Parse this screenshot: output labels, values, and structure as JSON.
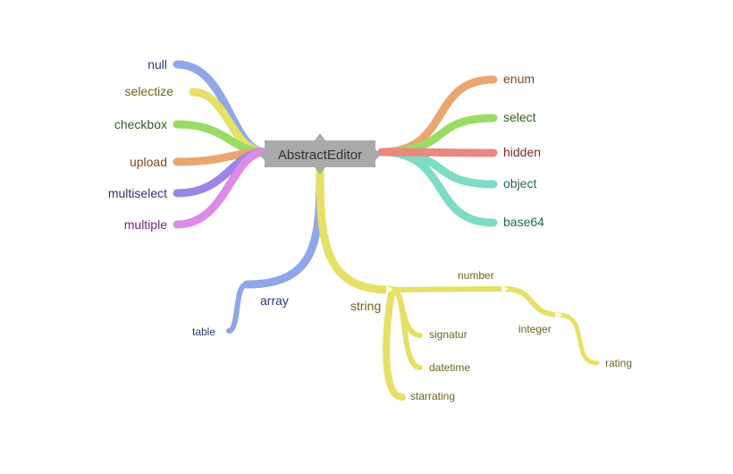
{
  "root": {
    "label": "AbstractEditor",
    "color": "#aaaaaa"
  },
  "left_nodes": [
    {
      "label": "null",
      "color": "#8fa7e8",
      "text_color": "#2d3b78"
    },
    {
      "label": "selectize",
      "color": "#e6e067",
      "text_color": "#6b6520"
    },
    {
      "label": "checkbox",
      "color": "#98dc64",
      "text_color": "#2f5e22"
    },
    {
      "label": "upload",
      "color": "#eaa670",
      "text_color": "#7a4a22"
    },
    {
      "label": "multiselect",
      "color": "#9c86e4",
      "text_color": "#3a2a78"
    },
    {
      "label": "multiple",
      "color": "#de8ae8",
      "text_color": "#722a7a"
    }
  ],
  "right_nodes": [
    {
      "label": "enum",
      "color": "#eaa670",
      "text_color": "#7a4a22"
    },
    {
      "label": "select",
      "color": "#98dc64",
      "text_color": "#2f5e22"
    },
    {
      "label": "hidden",
      "color": "#e88880",
      "text_color": "#7a2a24"
    },
    {
      "label": "object",
      "color": "#7cdcc6",
      "text_color": "#22665a"
    },
    {
      "label": "base64",
      "color": "#7cdcc6",
      "text_color": "#22665a"
    }
  ],
  "bottom": {
    "array": {
      "label": "array",
      "color": "#8fa7e8",
      "text_color": "#2d3b78",
      "children": [
        {
          "label": "table"
        }
      ]
    },
    "string": {
      "label": "string",
      "color": "#e6e067",
      "text_color": "#6b6520",
      "children": [
        {
          "label": "number"
        },
        {
          "label": "signatur"
        },
        {
          "label": "datetime"
        },
        {
          "label": "starrating"
        }
      ],
      "number_children": [
        {
          "label": "integer"
        }
      ],
      "integer_children": [
        {
          "label": "rating"
        }
      ]
    }
  }
}
